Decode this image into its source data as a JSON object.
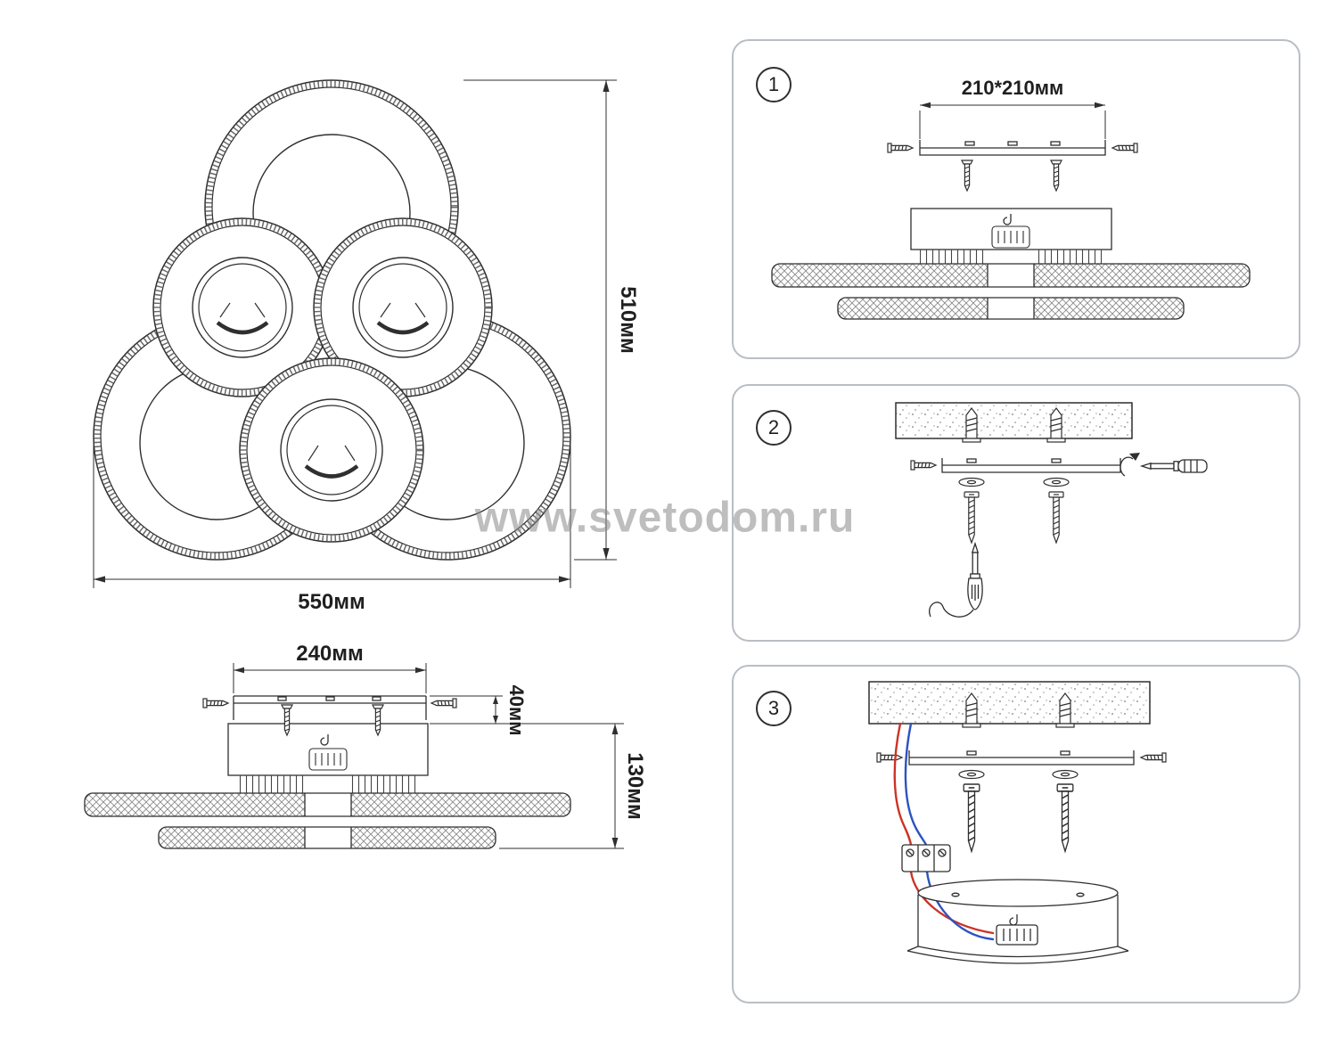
{
  "watermark": "www.svetodom.ru",
  "top_view": {
    "width_label": "550мм",
    "height_label": "510мм"
  },
  "side_view": {
    "width_label": "240мм",
    "canopy_height_label": "40мм",
    "total_height_label": "130мм"
  },
  "steps": [
    {
      "number": "1",
      "bracket_size_label": "210*210мм"
    },
    {
      "number": "2"
    },
    {
      "number": "3"
    }
  ],
  "colors": {
    "line": "#2f2f2f",
    "panel_border": "#b9bec4",
    "watermark_gray": "#8a8a8a",
    "wire_red": "#cc3327",
    "wire_blue": "#2d53c0"
  }
}
